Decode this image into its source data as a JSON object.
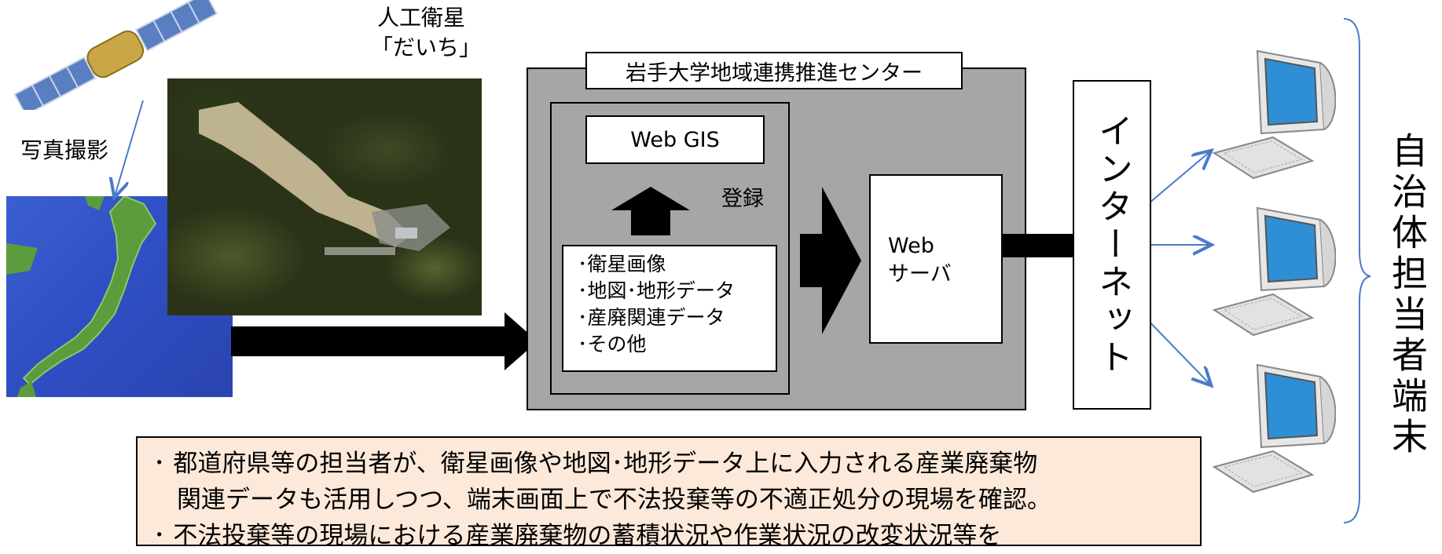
{
  "labels": {
    "satellite_name": "人工衛星",
    "satellite_nickname": "「だいち」",
    "photo_caption": "写真撮影",
    "center_title": "岩手大学地域連携推進センター",
    "web_gis": "Web GIS",
    "register": "登録",
    "web_server_line1": "Web",
    "web_server_line2": "サーバ",
    "internet": "インターネット",
    "terminal": "自治体担当者端末"
  },
  "data_items": [
    "･衛星画像",
    "･地図･地形データ",
    "･産廃関連データ",
    "･その他"
  ],
  "note_lines": [
    "･ 都道府県等の担当者が、衛星画像や地図･地形データ上に入力される産業廃棄物",
    "関連データも活用しつつ、端末画面上で不法投棄等の不適正処分の現場を確認。",
    "･ 不法投棄等の現場における産業廃棄物の蓄積状況や作業状況の改変状況等を"
  ],
  "colors": {
    "panel_grey": "#a6a6a6",
    "note_bg": "#fde9d9",
    "arrow_blue": "#4a7bc8",
    "monitor_screen": "#2e8fd6"
  }
}
